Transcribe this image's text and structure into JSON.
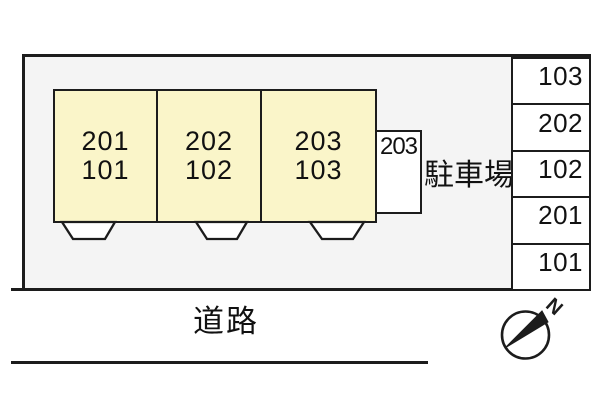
{
  "plan": {
    "units": [
      {
        "upper": "201",
        "lower": "101"
      },
      {
        "upper": "202",
        "lower": "102"
      },
      {
        "upper": "203",
        "lower": "103"
      }
    ],
    "annex_label": "203",
    "parking_label": "駐車場",
    "parking_stalls": [
      "103",
      "202",
      "102",
      "201",
      "101"
    ],
    "road_label": "道路",
    "compass_north_label": "N",
    "colors": {
      "building_fill": "#faf5c9",
      "site_fill": "#f4f4f4",
      "stall_fill": "#ffffff",
      "line": "#1c1c1c"
    }
  }
}
